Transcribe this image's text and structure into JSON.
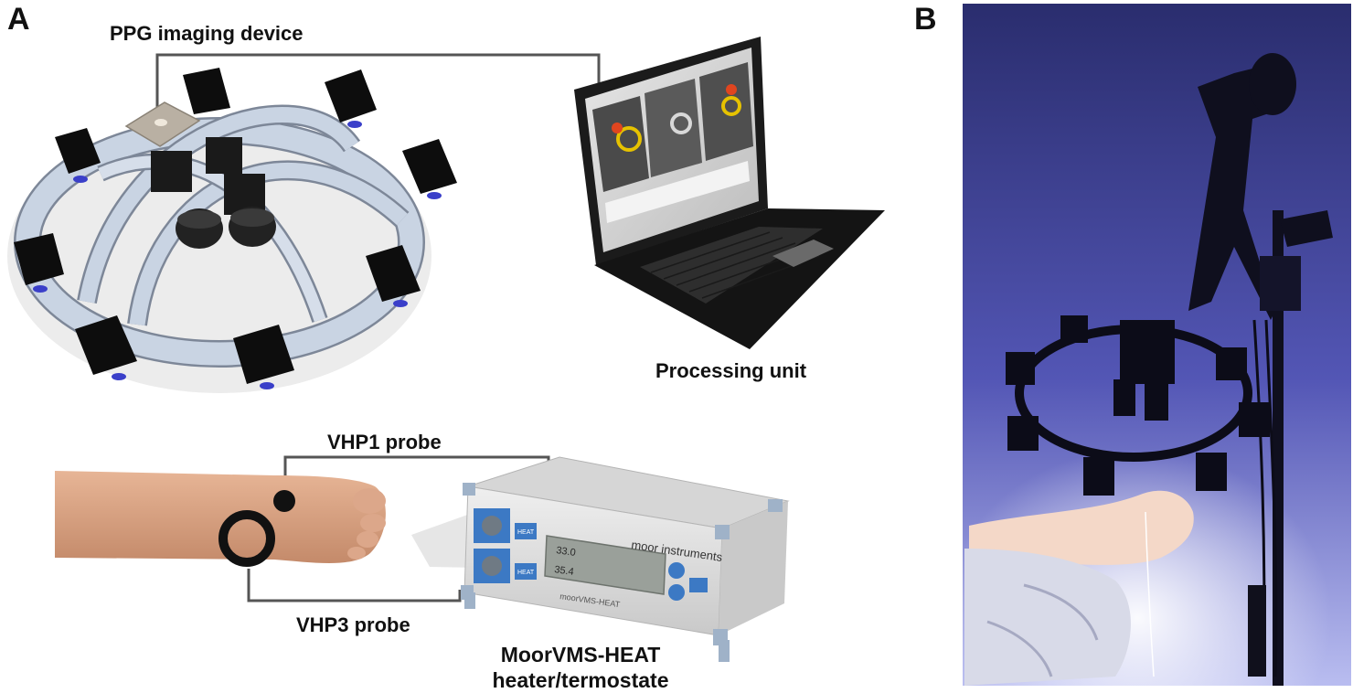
{
  "panel_a": {
    "letter": "A",
    "labels": {
      "ppg_device": "PPG imaging device",
      "processing_unit": "Processing unit",
      "vhp1_probe": "VHP1 probe",
      "vhp3_probe": "VHP3 probe",
      "moor_line1": "MoorVMS-HEAT",
      "moor_line2": "heater/termostate"
    },
    "device_brand": "moor instruments",
    "device_model": "moorVMS-HEAT",
    "device_readouts": [
      "33.0",
      "35.4"
    ],
    "device_port_buttons": [
      "HEAT",
      "HEAT"
    ]
  },
  "panel_b": {
    "letter": "B"
  },
  "colors": {
    "ring": "#c9d4e3",
    "ring_edge": "#7d8798",
    "camera": "#0d0d0d",
    "cable": "#555555",
    "photo_bg": "#4a4f9e",
    "laptop_body": "#1b1b1b",
    "device_body": "#dcdcdc",
    "device_accent": "#3c79c4"
  }
}
